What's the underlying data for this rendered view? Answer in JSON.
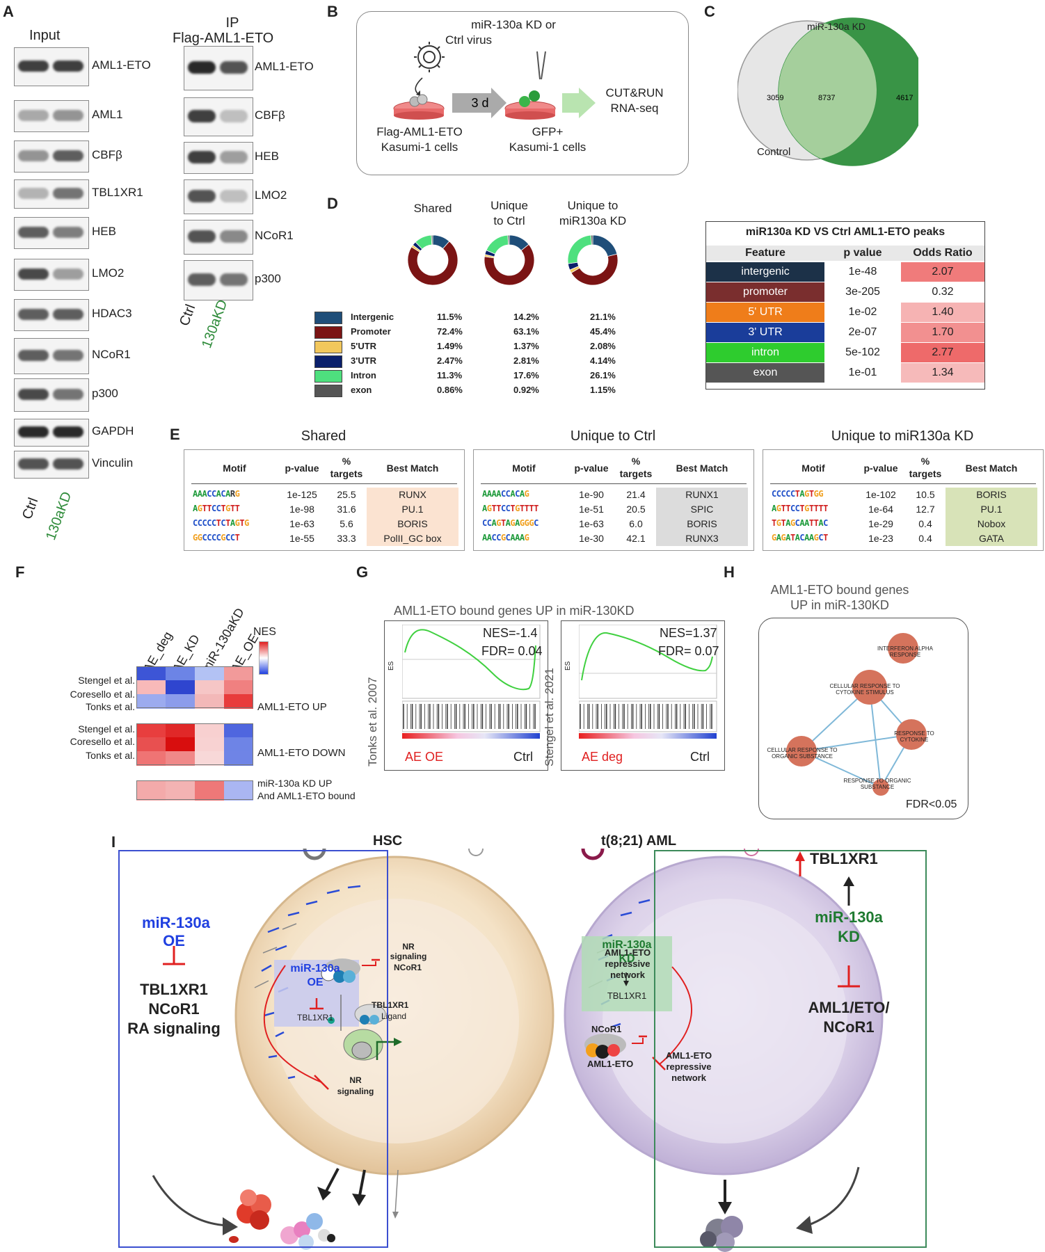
{
  "panels": {
    "a": "A",
    "b": "B",
    "c": "C",
    "d": "D",
    "e": "E",
    "f": "F",
    "g": "G",
    "h": "H",
    "i": "I"
  },
  "panelA": {
    "input_title": "Input",
    "ip_title": [
      "IP",
      "Flag-AML1-ETO"
    ],
    "input_labels": [
      "AML1-ETO",
      "AML1",
      "CBFβ",
      "TBL1XR1",
      "HEB",
      "LMO2",
      "HDAC3",
      "NCoR1",
      "p300",
      "GAPDH",
      "Vinculin"
    ],
    "ip_labels": [
      "AML1-ETO",
      "CBFβ",
      "HEB",
      "LMO2",
      "NCoR1",
      "p300"
    ],
    "lane_ctrl": "Ctrl",
    "lane_kd": "130aKD"
  },
  "panelB": {
    "virus": [
      "miR-130a KD or",
      "Ctrl virus"
    ],
    "days": "3 d",
    "output": [
      "CUT&RUN",
      "RNA-seq"
    ],
    "cells1": [
      "Flag-AML1-ETO",
      "Kasumi-1 cells"
    ],
    "cells2": [
      "GFP+",
      "Kasumi-1 cells"
    ]
  },
  "panelC": {
    "label_kd": "miR-130a KD",
    "label_ctrl": "Control",
    "left": "3059",
    "overlap": "8737",
    "right": "4617"
  },
  "panelD": {
    "groups": [
      "Shared",
      "Unique\nto Ctrl",
      "Unique to\nmiR130a KD"
    ],
    "features": [
      "Intergenic",
      "Promoter",
      "5'UTR",
      "3'UTR",
      "Intron",
      "exon"
    ],
    "colors": [
      "#1f4e79",
      "#7b1414",
      "#f2c75c",
      "#0a1f6b",
      "#4ee07e",
      "#555555"
    ],
    "percents": [
      [
        "11.5%",
        "14.2%",
        "21.1%"
      ],
      [
        "72.4%",
        "63.1%",
        "45.4%"
      ],
      [
        "1.49%",
        "1.37%",
        "2.08%"
      ],
      [
        "2.47%",
        "2.81%",
        "4.14%"
      ],
      [
        "11.3%",
        "17.6%",
        "26.1%"
      ],
      [
        "0.86%",
        "0.92%",
        "1.15%"
      ]
    ],
    "values": [
      [
        11.5,
        72.4,
        1.49,
        2.47,
        11.3,
        0.86
      ],
      [
        14.2,
        63.1,
        1.37,
        2.81,
        17.6,
        0.92
      ],
      [
        21.1,
        45.4,
        2.08,
        4.14,
        26.1,
        1.15
      ]
    ],
    "table": {
      "title": "miR130a KD VS Ctrl AML1-ETO peaks",
      "headers": [
        "Feature",
        "p value",
        "Odds Ratio"
      ],
      "rows": [
        {
          "feature": "intergenic",
          "p": "1e-48",
          "or": "2.07",
          "fc": "#1c3148",
          "oc": "#f07b7b"
        },
        {
          "feature": "promoter",
          "p": "3e-205",
          "or": "0.32",
          "fc": "#7a2e2e",
          "oc": "#ffffff"
        },
        {
          "feature": "5' UTR",
          "p": "1e-02",
          "or": "1.40",
          "fc": "#ef7d1a",
          "oc": "#f6b3b3"
        },
        {
          "feature": "3' UTR",
          "p": "2e-07",
          "or": "1.70",
          "fc": "#1a3d9a",
          "oc": "#f29090"
        },
        {
          "feature": "intron",
          "p": "5e-102",
          "or": "2.77",
          "fc": "#2ecc2e",
          "oc": "#ee6a6a"
        },
        {
          "feature": "exon",
          "p": "1e-01",
          "or": "1.34",
          "fc": "#555555",
          "oc": "#f6baba"
        }
      ]
    }
  },
  "panelE": {
    "headers": [
      "Motif",
      "p-value",
      "%\ntargets",
      "Best Match"
    ],
    "tables": [
      {
        "title": "Shared",
        "color": "#fbe3d1",
        "rows": [
          {
            "motif": "AAACCACARG",
            "p": "1e-125",
            "pct": "25.5",
            "match": "RUNX"
          },
          {
            "motif": "AGTTCCTGTT",
            "p": "1e-98",
            "pct": "31.6",
            "match": "PU.1"
          },
          {
            "motif": "CCCCCTCTAGTG",
            "p": "1e-63",
            "pct": "5.6",
            "match": "BORIS"
          },
          {
            "motif": "GGCCCCGCCT",
            "p": "1e-55",
            "pct": "33.3",
            "match": "PolII_GC box"
          }
        ]
      },
      {
        "title": "Unique  to Ctrl",
        "color": "#dcdcdc",
        "rows": [
          {
            "motif": "AAAACCACAG",
            "p": "1e-90",
            "pct": "21.4",
            "match": "RUNX1"
          },
          {
            "motif": "AGTTCCTGTTTT",
            "p": "1e-51",
            "pct": "20.5",
            "match": "SPIC"
          },
          {
            "motif": "CCAGTAGAGGGC",
            "p": "1e-63",
            "pct": "6.0",
            "match": "BORIS"
          },
          {
            "motif": "AACCGCAAAG",
            "p": "1e-30",
            "pct": "42.1",
            "match": "RUNX3"
          }
        ]
      },
      {
        "title": "Unique to miR130a KD",
        "color": "#d8e3b8",
        "rows": [
          {
            "motif": "CCCCCTAGTGG",
            "p": "1e-102",
            "pct": "10.5",
            "match": "BORIS"
          },
          {
            "motif": "AGTTCCTGTTTT",
            "p": "1e-64",
            "pct": "12.7",
            "match": "PU.1"
          },
          {
            "motif": "TGTAGCAATTAC",
            "p": "1e-29",
            "pct": "0.4",
            "match": "Nobox"
          },
          {
            "motif": "GAGATACAAGCT",
            "p": "1e-23",
            "pct": "0.4",
            "match": "GATA"
          }
        ]
      }
    ]
  },
  "panelF": {
    "cols": [
      "AE_deg",
      "AE_KD",
      "miR-130aKD",
      "AE_OE"
    ],
    "legend": "NES",
    "rows": [
      "Stengel et al.",
      "Coresello et al.",
      "Tonks et al.",
      "Stengel et al.",
      "Coresello et al.",
      "Tonks et al."
    ],
    "groups": [
      "AML1-ETO UP",
      "AML1-ETO DOWN",
      "miR-130a KD UP\nAnd AML1-ETO bound"
    ],
    "colors": [
      [
        "#3d55d6",
        "#6c84e6",
        "#b3c2f4",
        "#f29a9a"
      ],
      [
        "#f8b9b9",
        "#2f45cf",
        "#f6c6c6",
        "#f08080"
      ],
      [
        "#9cabef",
        "#8c9ceb",
        "#f3b8b8",
        "#e83c3c"
      ],
      [
        "#e83e3e",
        "#e02828",
        "#f8d0d0",
        "#4f66df"
      ],
      [
        "#e85050",
        "#d80e0e",
        "#f8d2d2",
        "#6e84e6"
      ],
      [
        "#ef7474",
        "#f08888",
        "#f8d8d8",
        "#6f84e6"
      ],
      [
        "#f3aaaa",
        "#f3b3b3",
        "#ee7878",
        "#aab6f2"
      ]
    ]
  },
  "panelG": {
    "title": "AML1-ETO bound genes UP in miR-130KD",
    "plots": [
      {
        "ylabel": "Tonks et al. 2007",
        "nes": "NES=-1.4",
        "fdr": "FDR= 0.04",
        "left": "AE OE",
        "right": "Ctrl"
      },
      {
        "ylabel": "Stengel et al. 2021",
        "nes": "NES=1.37",
        "fdr": "FDR= 0.07",
        "left": "AE deg",
        "right": "Ctrl"
      }
    ],
    "es": "ES"
  },
  "panelH": {
    "title": [
      "AML1-ETO bound genes",
      "UP in miR-130KD"
    ],
    "nodes": [
      "INTERFERON ALPHA RESPONSE",
      "CELLULAR RESPONSE TO CYTOKINE STIMULUS",
      "RESPONSE TO CYTOKINE",
      "CELLULAR RESPONSE TO ORGANIC SUBSTANCE",
      "RESPONSE TO ORGANIC SUBSTANCE"
    ],
    "fdr": "FDR<0.05"
  },
  "panelI": {
    "hsc": "HSC",
    "aml": "t(8;21) AML",
    "left_oe": [
      "miR-130a",
      "OE"
    ],
    "left_targets": [
      "TBL1XR1",
      "NCoR1",
      "RA signaling"
    ],
    "hsc_inner": {
      "mir": [
        "miR-130a",
        "OE"
      ],
      "tbl": "TBL1XR1",
      "nr": [
        "NR",
        "signaling"
      ],
      "nr2": [
        "NR",
        "signaling"
      ],
      "ncor": "NCoR1",
      "tbl2": "TBL1XR1",
      "ligand": "Ligand"
    },
    "aml_inner": {
      "rep": [
        "AML1-ETO",
        "repressive",
        "network"
      ],
      "ncor": "NCoR1",
      "ae": "AML1-ETO",
      "mir": [
        "miR-130a",
        "KD"
      ],
      "tbl": "TBL1XR1",
      "rep2": [
        "AML1-ETO",
        "repressive",
        "network"
      ]
    },
    "right_tbl": "TBL1XR1",
    "right_kd": [
      "miR-130a",
      "KD"
    ],
    "right_targets": [
      "AML1/ETO/",
      "NCoR1"
    ]
  }
}
